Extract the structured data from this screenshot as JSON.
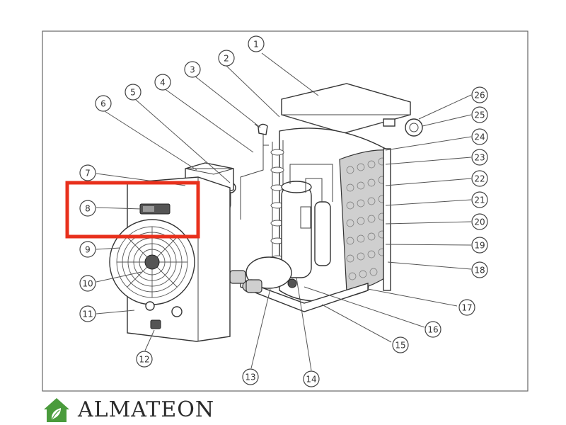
{
  "diagram": {
    "callouts": [
      "1",
      "2",
      "3",
      "4",
      "5",
      "6",
      "7",
      "8",
      "9",
      "10",
      "11",
      "12",
      "13",
      "14",
      "15",
      "16",
      "17",
      "18",
      "19",
      "20",
      "21",
      "22",
      "23",
      "24",
      "25",
      "26"
    ],
    "highlight_callout": "8",
    "highlight_color": "#e8301c"
  },
  "brand": {
    "name": "ALMATEON",
    "logo_color": "#4a9b3c",
    "logo_icon": "house-leaf-icon"
  }
}
